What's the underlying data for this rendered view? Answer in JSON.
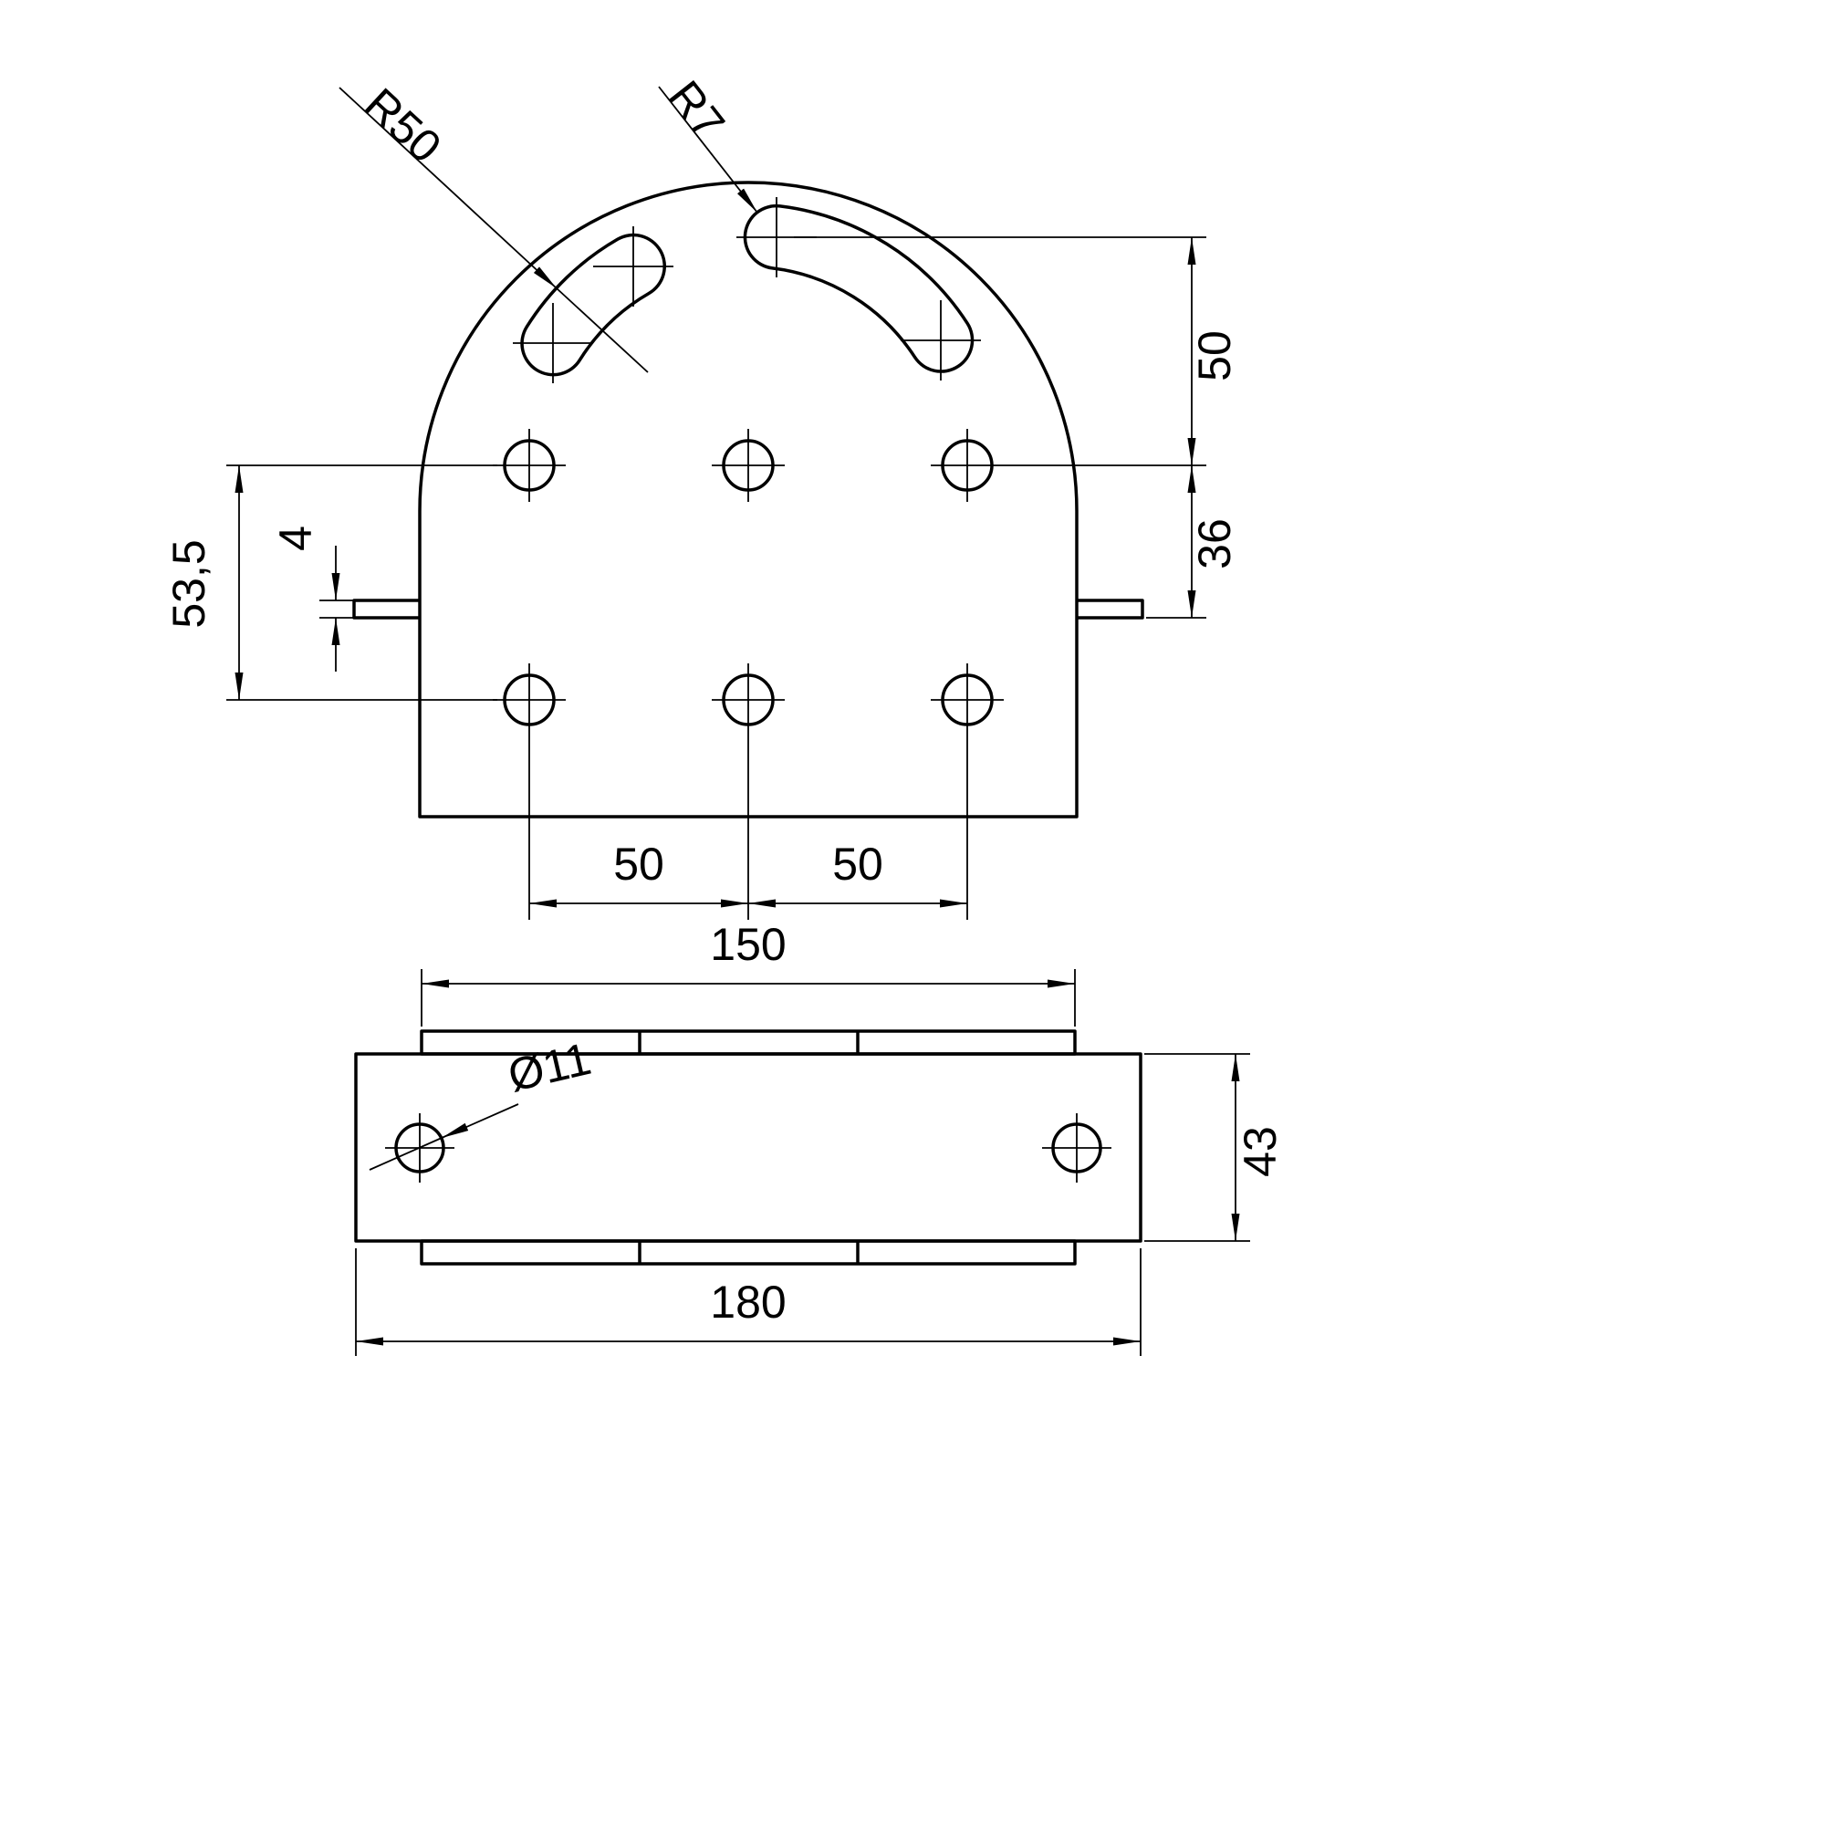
{
  "colors": {
    "background": "#ffffff",
    "line": "#000000"
  },
  "front_view": {
    "dims": {
      "slot_arc_radius": {
        "label": "R50"
      },
      "slot_end_radius": {
        "label": "R7"
      },
      "slot_to_hole_row": {
        "label": "50"
      },
      "hole_row_to_tab": {
        "label": "36"
      },
      "hole_row_spacing": {
        "label": "53,5"
      },
      "tab_thickness": {
        "label": "4"
      },
      "hole_spacing_left": {
        "label": "50"
      },
      "hole_spacing_right": {
        "label": "50"
      }
    }
  },
  "bottom_view": {
    "dims": {
      "inner_length": {
        "label": "150"
      },
      "hole_diameter": {
        "label": "Ø11"
      },
      "height": {
        "label": "43"
      },
      "overall_length": {
        "label": "180"
      }
    }
  }
}
